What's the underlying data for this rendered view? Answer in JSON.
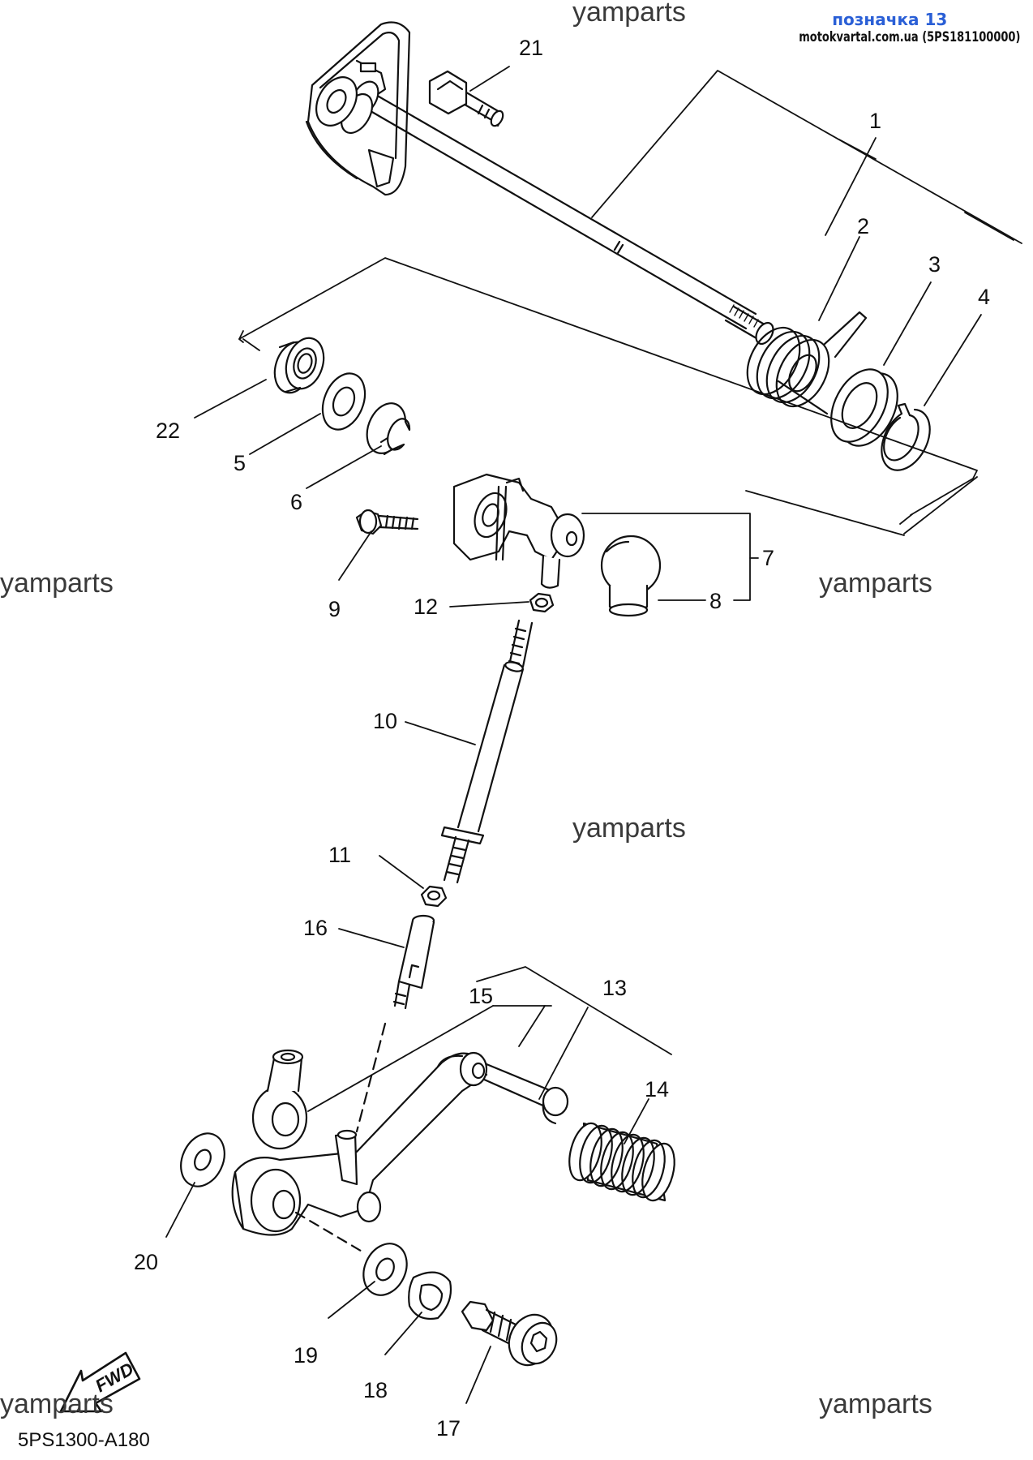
{
  "header": {
    "label": "позначка 13",
    "source": "motokvartal.com.ua (5PS181100000)"
  },
  "watermark": "yamparts",
  "diagram_code": "5PS1300-A180",
  "fwd_label": "FWD",
  "colors": {
    "ink": "#111111",
    "accent": "#2a5fd6",
    "watermark": "#3a3a3a"
  },
  "parts": [
    {
      "num": "1"
    },
    {
      "num": "2"
    },
    {
      "num": "3"
    },
    {
      "num": "4"
    },
    {
      "num": "5"
    },
    {
      "num": "6"
    },
    {
      "num": "7"
    },
    {
      "num": "8"
    },
    {
      "num": "9"
    },
    {
      "num": "10"
    },
    {
      "num": "11"
    },
    {
      "num": "12"
    },
    {
      "num": "13"
    },
    {
      "num": "14"
    },
    {
      "num": "15"
    },
    {
      "num": "16"
    },
    {
      "num": "17"
    },
    {
      "num": "18"
    },
    {
      "num": "19"
    },
    {
      "num": "20"
    },
    {
      "num": "21"
    },
    {
      "num": "22"
    }
  ]
}
